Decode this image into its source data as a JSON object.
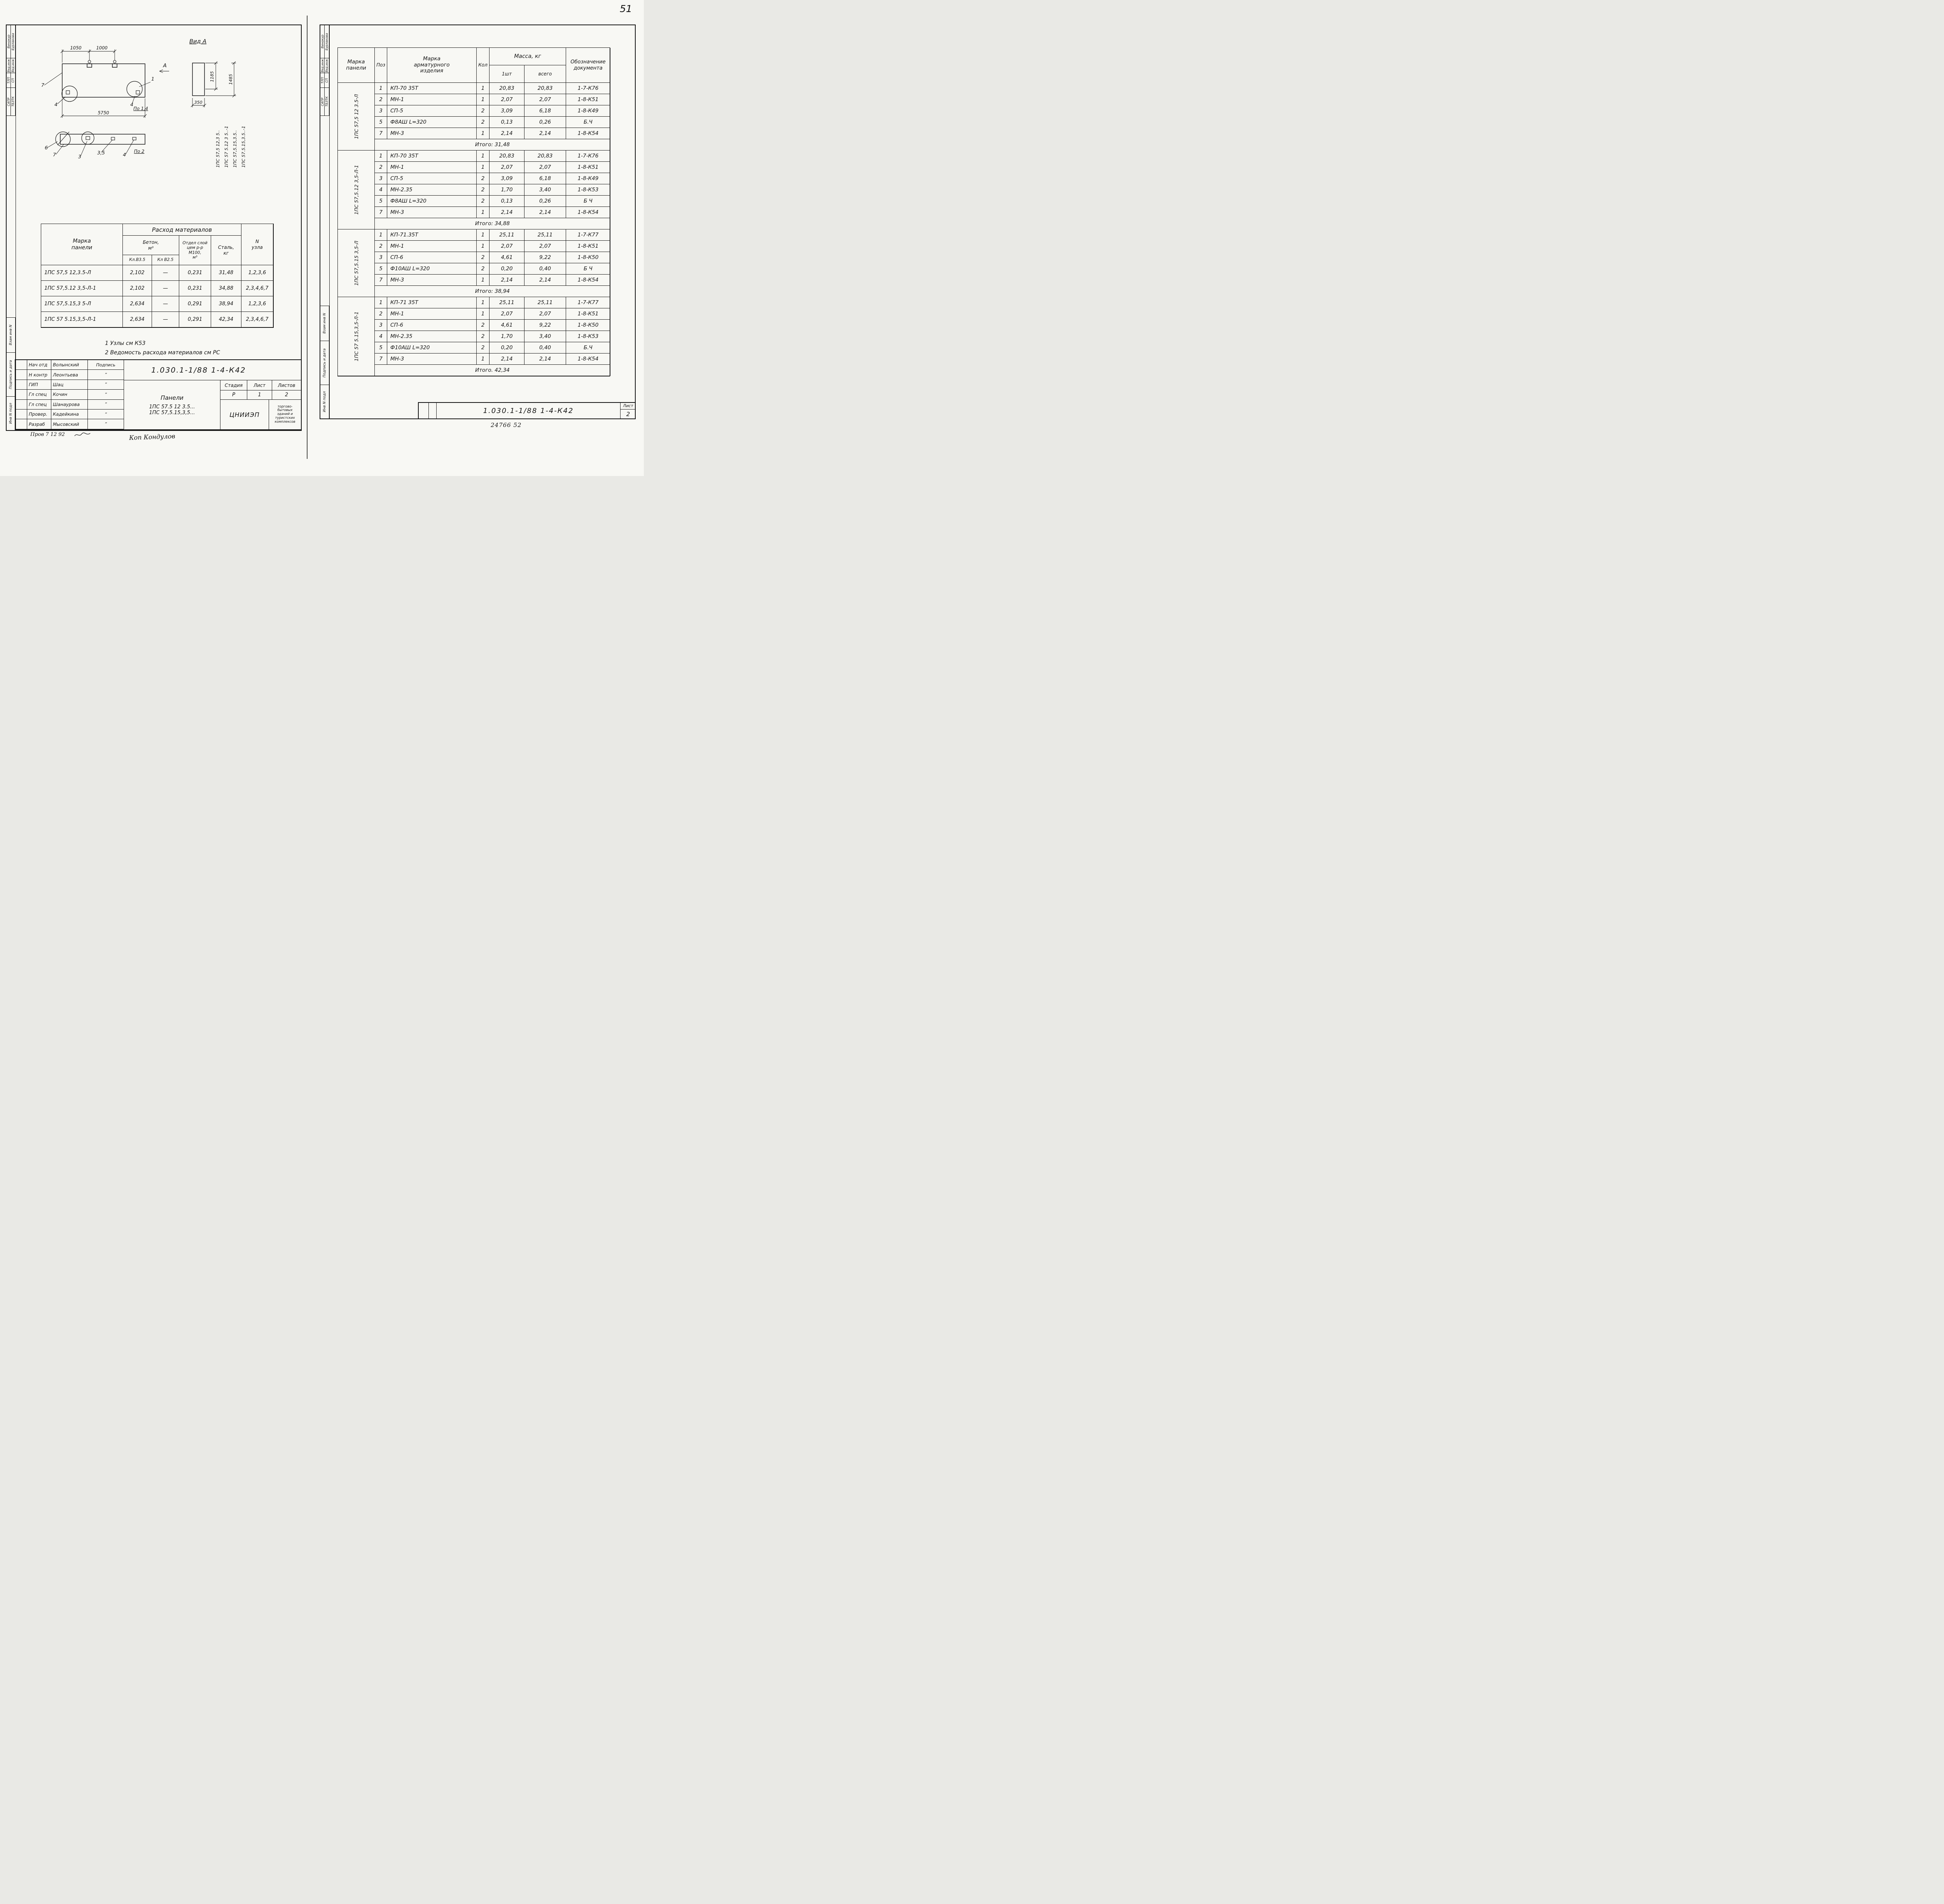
{
  "page_number": "51",
  "margin_labels": {
    "vinokur": "Винокур",
    "burlakova": "Бурлакова",
    "ved_inzh": "Вед.инж",
    "tlp": "ТЛП",
    "sp": "СП",
    "sapr": "САПР",
    "tbztk": "ТБ3ТК",
    "vzam_inv": "Взам инв N",
    "podpis_i_data": "Подпись и дата",
    "inv_n_podl": "Инв N подл"
  },
  "drawing": {
    "view_a_label": "Вид А",
    "arrow_a": "А",
    "dims": {
      "d1050": "1050",
      "d1000": "1000",
      "d5750": "5750",
      "d1185": "1185",
      "d1485": "1485",
      "d350": "350"
    },
    "plan_callouts": {
      "c7": "7",
      "c4a": "4",
      "c1": "1",
      "c4b": "4",
      "po14": "По 1,4"
    },
    "side_callouts": {
      "c6": "6",
      "c7": "7",
      "c3": "3",
      "c35": "3,5",
      "c4": "4",
      "po2": "По 2"
    },
    "section_marks": [
      "1ПС 57,5 12,3 5..",
      "1ПС 57 5.12 3 5..-1",
      "1ПС 57,5.15,3.5..",
      "1ПС 57.5.15,3.5..-1"
    ]
  },
  "materials_table": {
    "title": "Расход материалов",
    "headers": {
      "marka": "Марка\nпанели",
      "beton": "Бетон,\nм³",
      "kl1": "Кл.В3.5",
      "kl2": "Кл В2.5",
      "otdel": "Отдел слой\nцем р-р\nМ100,\nм³",
      "stal": "Сталь,\nкг",
      "uzel": "N\nузла"
    },
    "rows": [
      [
        "1ПС 57,5 12,3.5-Л",
        "2,102",
        "—",
        "0,231",
        "31,48",
        "1,2,3,6"
      ],
      [
        "1ПС 57,5.12 3,5-Л-1",
        "2,102",
        "—",
        "0,231",
        "34,88",
        "2,3,4,6,7"
      ],
      [
        "1ПС 57,5.15,3 5-Л",
        "2,634",
        "—",
        "0,291",
        "38,94",
        "1,2,3,6"
      ],
      [
        "1ПС 57 5.15,3,5-Л-1",
        "2,634",
        "—",
        "0,291",
        "42,34",
        "2,3,4,6,7"
      ]
    ]
  },
  "notes": [
    "1 Узлы см К53",
    "2 Ведомость расхода материалов см РС"
  ],
  "title_block": {
    "doc_number": "1.030.1-1/88 1-4-К42",
    "people": [
      {
        "role": "Нач отд",
        "name": "Волынский",
        "sign": "Подпись"
      },
      {
        "role": "Н контр",
        "name": "Леонтьева",
        "sign": "”"
      },
      {
        "role": "ГИП",
        "name": "Шац",
        "sign": "”"
      },
      {
        "role": "Гл спец",
        "name": "Кочин",
        "sign": "”"
      },
      {
        "role": "Гл спец",
        "name": "Шанаурова",
        "sign": "”"
      },
      {
        "role": "Провер.",
        "name": "Кадейкина",
        "sign": "”"
      },
      {
        "role": "Разраб",
        "name": "Мысовский",
        "sign": "”"
      }
    ],
    "subject": "Панели",
    "subject_lines": [
      "1ПС 57.5 12 3.5...",
      "1ПС 57,5.15,3,5..."
    ],
    "stage_label": "Стадия",
    "sheet_label": "Лист",
    "sheets_label": "Листов",
    "stage": "Р",
    "sheet": "1",
    "sheets": "2",
    "org": "ЦНИИЭП",
    "org_desc": "торгово-\nбытовых\nзданий и\nтуристских\nкомплексов",
    "prov_note": "Пров  7 12 92",
    "kop_note": "Коп  Кондулов"
  },
  "spec_table": {
    "headers": {
      "marka": "Марка\nпанели",
      "poz": "Поз",
      "izdelie": "Марка\nарматурного\nизделия",
      "kol": "Кол",
      "massa": "Масса, кг",
      "sht": "1шт",
      "vsego": "всего",
      "doc": "Обозначение\nдокумента"
    },
    "groups": [
      {
        "marka": "1ПС 57,5 12 3.5-Л",
        "rows": [
          [
            "1",
            "КП-70 35Т",
            "1",
            "20,83",
            "20,83",
            "1-7-К76"
          ],
          [
            "2",
            "МН-1",
            "1",
            "2,07",
            "2,07",
            "1-8-К51"
          ],
          [
            "3",
            "СП-5",
            "2",
            "3,09",
            "6,18",
            "1-8-К49"
          ],
          [
            "5",
            "Ф8АШ   L=320",
            "2",
            "0,13",
            "0,26",
            "Б.Ч"
          ],
          [
            "7",
            "МН-3",
            "1",
            "2,14",
            "2,14",
            "1-8-К54"
          ]
        ],
        "total": "Итого:  31,48"
      },
      {
        "marka": "1ПС 57,5.12 3,5-Л-1",
        "rows": [
          [
            "1",
            "КП-70 35Т",
            "1",
            "20,83",
            "20,83",
            "1-7-К76"
          ],
          [
            "2",
            "МН-1",
            "1",
            "2,07",
            "2,07",
            "1-8-К51"
          ],
          [
            "3",
            "СП-5",
            "2",
            "3,09",
            "6,18",
            "1-8-К49"
          ],
          [
            "4",
            "МН-2.35",
            "2",
            "1,70",
            "3,40",
            "1-8-К53"
          ],
          [
            "5",
            "Ф8АШ   L=320",
            "2",
            "0,13",
            "0,26",
            "Б Ч"
          ],
          [
            "7",
            "МН-3",
            "1",
            "2,14",
            "2,14",
            "1-8-К54"
          ]
        ],
        "total": "Итого:  34,88"
      },
      {
        "marka": "1ПС 57,5.15 3,5-Л",
        "rows": [
          [
            "1",
            "КП-71.35Т",
            "1",
            "25,11",
            "25,11",
            "1-7-К77"
          ],
          [
            "2",
            "МН-1",
            "1",
            "2,07",
            "2,07",
            "1-8-К51"
          ],
          [
            "3",
            "СП-6",
            "2",
            "4,61",
            "9,22",
            "1-8-К50"
          ],
          [
            "5",
            "Ф10АШ   L=320",
            "2",
            "0,20",
            "0,40",
            "Б Ч"
          ],
          [
            "7",
            "МН-3",
            "1",
            "2,14",
            "2,14",
            "1-8-К54"
          ]
        ],
        "total": "Итого:  38,94"
      },
      {
        "marka": "1ПС 57 5.15,3,5-Л-1",
        "rows": [
          [
            "1",
            "КП-71 35Т",
            "1",
            "25,11",
            "25,11",
            "1-7-К77"
          ],
          [
            "2",
            "МН-1",
            "1",
            "2,07",
            "2,07",
            "1-8-К51"
          ],
          [
            "3",
            "СП-6",
            "2",
            "4,61",
            "9,22",
            "1-8-К50"
          ],
          [
            "4",
            "МН-2.35",
            "2",
            "1,70",
            "3,40",
            "1-8-К53"
          ],
          [
            "5",
            "Ф10АШ   L=320",
            "2",
            "0,20",
            "0,40",
            "Б.Ч"
          ],
          [
            "7",
            "МН-3",
            "1",
            "2,14",
            "2,14",
            "1-8-К54"
          ]
        ],
        "total": "Итого.  42,34"
      }
    ]
  },
  "right_stamp": {
    "doc_number": "1.030.1-1/88 1-4-К42",
    "sheet_label": "Лист",
    "sheet": "2",
    "archive_code": "24766   52"
  }
}
